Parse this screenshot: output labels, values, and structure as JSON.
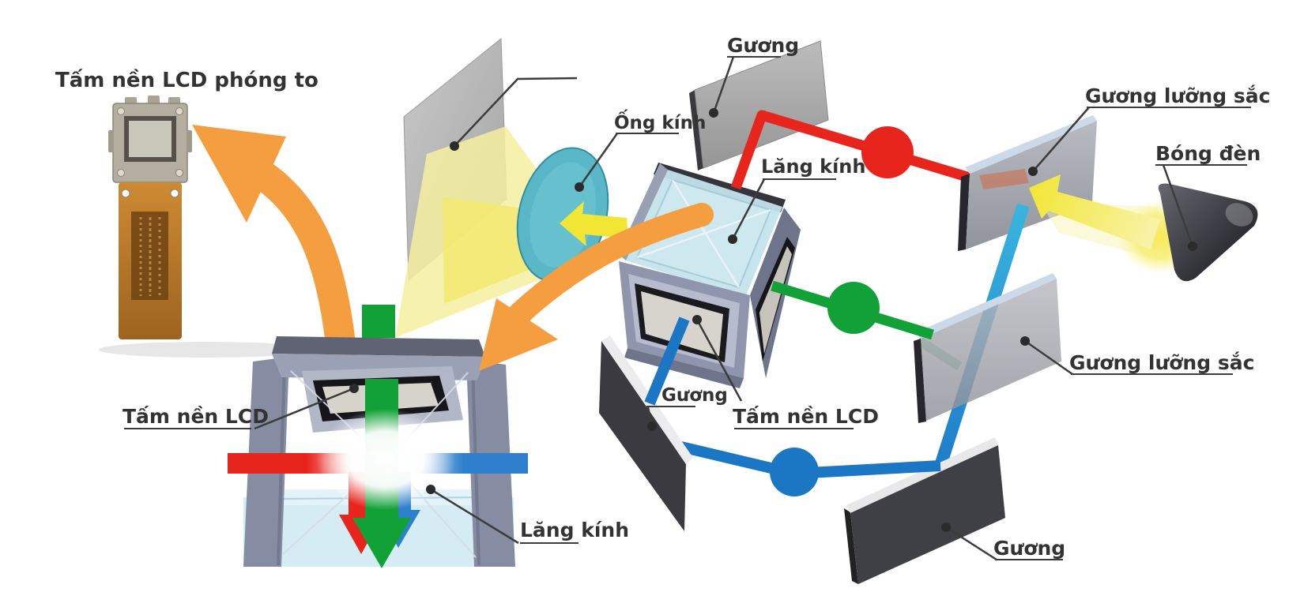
{
  "diagram_labels": {
    "title": "Tấm nền LCD phóng to",
    "mirror_top": "Gương",
    "dichroic_mirror_1": "Gương lưỡng sắc",
    "bulb": "Bóng đèn",
    "lens": "Ống kính",
    "prism_center": "Lăng kính",
    "mirror_mid": "Gương",
    "lcd_panel_center": "Tấm nền LCD",
    "dichroic_mirror_2": "Gương lưỡng sắc",
    "mirror_bottom": "Gương",
    "lcd_panel_left": "Tấm nền LCD",
    "prism_left": "Lăng kính"
  },
  "light_path_colors": {
    "red": "#e8251d",
    "green": "#12a136",
    "blue": "#1b76c4",
    "cyan": "#2aaed8",
    "orange_arrow": "#f59e40",
    "yellow_light": "#f2e635"
  }
}
